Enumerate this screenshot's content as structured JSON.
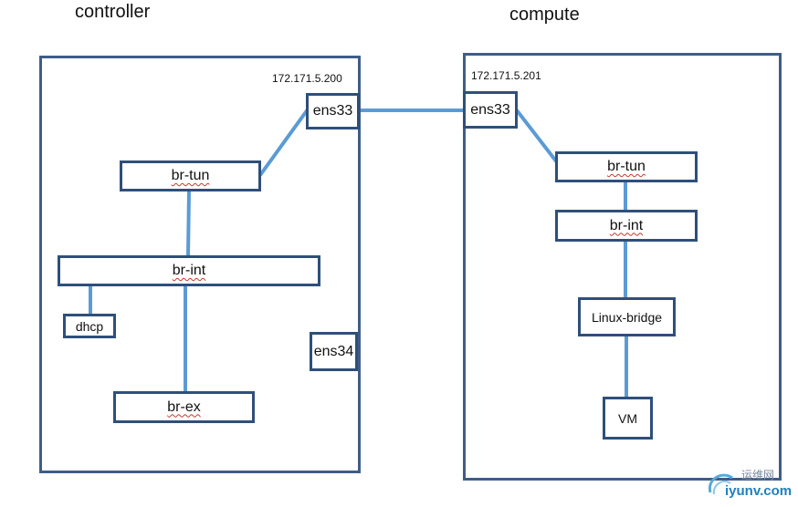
{
  "hosts": {
    "controller": {
      "title": "controller",
      "ip": "172.171.5.200"
    },
    "compute": {
      "title": "compute",
      "ip": "172.171.5.201"
    }
  },
  "controller_nodes": {
    "ens33": "ens33",
    "br_tun": "br-tun",
    "br_int": "br-int",
    "dhcp": "dhcp",
    "ens34": "ens34",
    "br_ex": "br-ex"
  },
  "compute_nodes": {
    "ens33": "ens33",
    "br_tun": "br-tun",
    "br_int": "br-int",
    "linux_bridge": "Linux-bridge",
    "vm": "VM"
  },
  "colors": {
    "link": "#5b9bd5",
    "border": "#2f4f7a"
  },
  "watermark": {
    "top": "运维网",
    "main": "iyunv.com"
  }
}
